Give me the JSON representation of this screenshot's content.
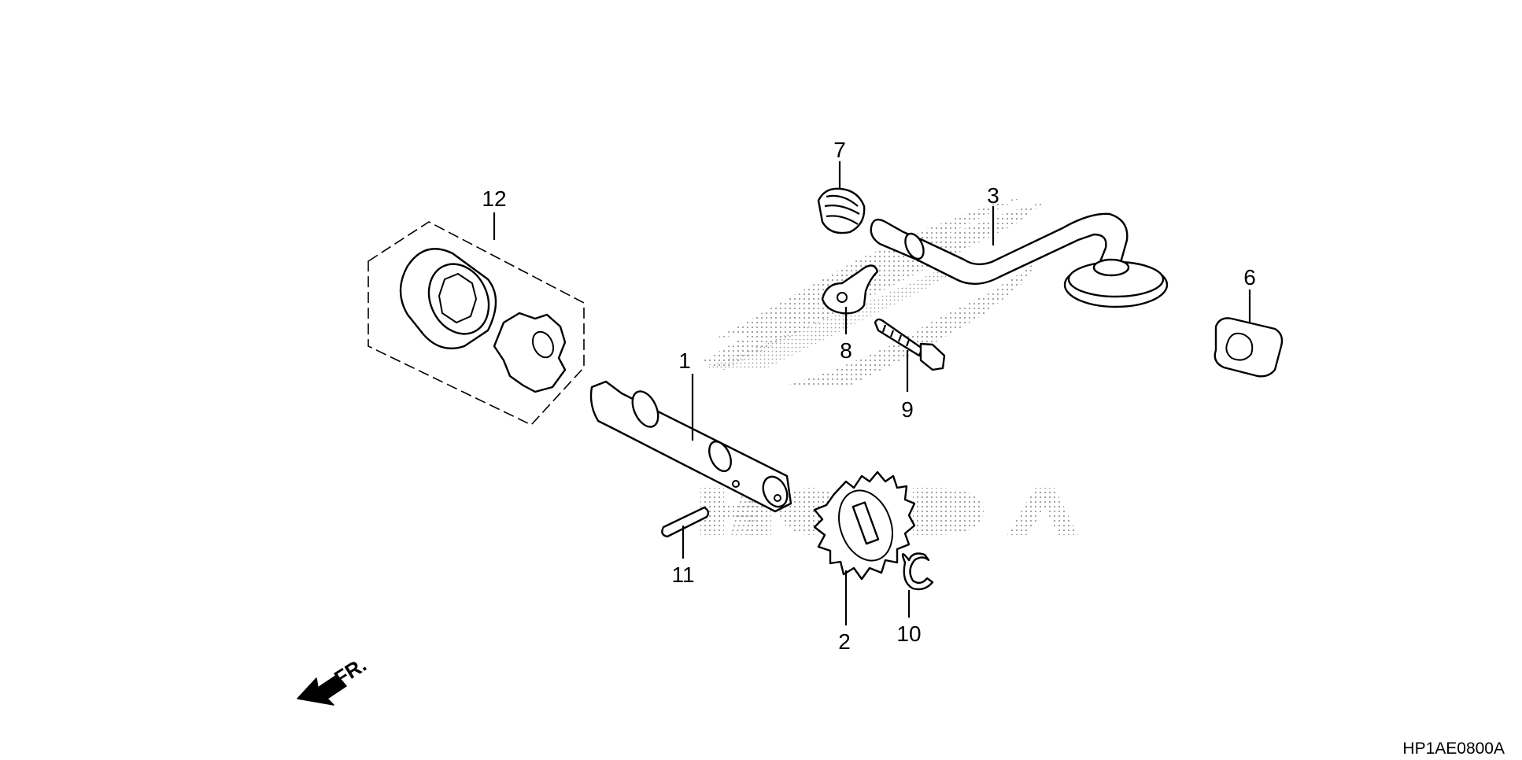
{
  "diagram": {
    "parts": [
      {
        "ref": "1",
        "name": "oil-pump-shaft"
      },
      {
        "ref": "2",
        "name": "oil-pump-gear"
      },
      {
        "ref": "3",
        "name": "oil-strainer-pipe"
      },
      {
        "ref": "6",
        "name": "grommet"
      },
      {
        "ref": "7",
        "name": "grommet"
      },
      {
        "ref": "8",
        "name": "setting-plate"
      },
      {
        "ref": "9",
        "name": "flange-bolt"
      },
      {
        "ref": "10",
        "name": "circlip"
      },
      {
        "ref": "11",
        "name": "pin"
      },
      {
        "ref": "12",
        "name": "oil-pump-rotor-set"
      }
    ],
    "direction_label": "FR.",
    "diagram_code": "HP1AE0800A"
  }
}
